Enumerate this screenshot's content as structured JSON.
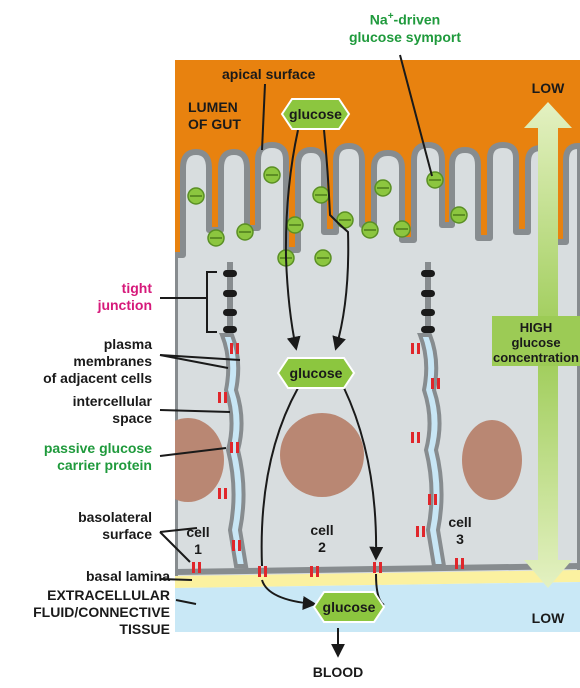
{
  "labels": {
    "symport_line1": "Na",
    "symport_sup": "+",
    "symport_line1_rest": "-driven",
    "symport_line2": "glucose symport",
    "apical_surface": "apical surface",
    "lumen_line1": "LUMEN",
    "lumen_line2": "OF GUT",
    "tight_junction_line1": "tight",
    "tight_junction_line2": "junction",
    "plasma_line1": "plasma",
    "plasma_line2": "membranes",
    "plasma_line3": "of adjacent cells",
    "intercellular_line1": "intercellular",
    "intercellular_line2": "space",
    "passive_line1": "passive glucose",
    "passive_line2": "carrier protein",
    "basolateral_line1": "basolateral",
    "basolateral_line2": "surface",
    "basal_lamina": "basal lamina",
    "ecf_line1": "EXTRACELLULAR",
    "ecf_line2": "FLUID/CONNECTIVE",
    "ecf_line3": "TISSUE",
    "blood": "BLOOD",
    "cell1_line1": "cell",
    "cell1_line2": "1",
    "cell2_line1": "cell",
    "cell2_line2": "2",
    "cell3_line1": "cell",
    "cell3_line2": "3",
    "glucose_top": "glucose",
    "glucose_mid": "glucose",
    "glucose_bottom": "glucose",
    "gradient_low_top": "LOW",
    "gradient_high_line1": "HIGH",
    "gradient_high_line2": "glucose",
    "gradient_high_line3": "concentration",
    "gradient_low_bottom": "LOW"
  },
  "colors": {
    "lumen": "#e8820f",
    "cell": "#d8dddf",
    "membrane": "#878c8f",
    "intercellular": "#c8e6f5",
    "nucleus": "#b98773",
    "basal_lamina": "#fbf1a0",
    "ecf": "#c9e8f6",
    "glucose_box": "#8cc63f",
    "symporter": "#8cc63f",
    "carrier": "#e0262b",
    "tight_junction": "#1a1a1a",
    "label_magenta": "#d6197a",
    "label_green": "#1f9a3c",
    "gradient_arrow": "#b5d86a"
  }
}
